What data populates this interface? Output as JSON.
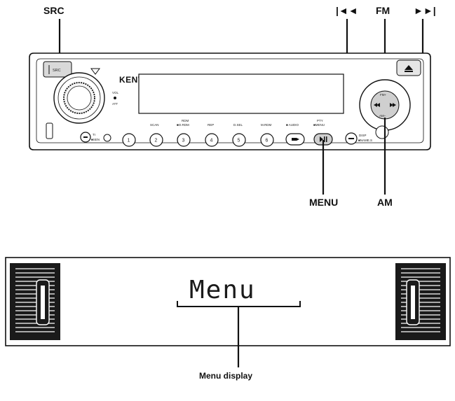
{
  "callouts": {
    "src": "SRC",
    "prev": "|◄◄",
    "fm": "FM",
    "next": "►►|",
    "menu": "MENU",
    "am": "AM"
  },
  "unit": {
    "brand": "KENWOOD",
    "src_button": "SRC",
    "vol": "VOL",
    "att": "ATT",
    "knob_fm": "FM+",
    "knob_am": "AM−",
    "labels": {
      "scan": "SCAN",
      "rdm": "RDM",
      "o_rdm": "■O.RDM",
      "rep": "REP",
      "d_sel": "D.SEL",
      "m_rdm": "M.RDM",
      "audio": "■ AUDIO",
      "pty": "PTY",
      "menu": "■MENU",
      "disp": "DISP",
      "name_s": "■NAME.S",
      "ti": "TI",
      "sen": "■SEN"
    },
    "preset_buttons": [
      "1",
      "2",
      "3",
      "4",
      "5",
      "6"
    ]
  },
  "display": {
    "text": "Menu",
    "caption": "Menu display"
  }
}
